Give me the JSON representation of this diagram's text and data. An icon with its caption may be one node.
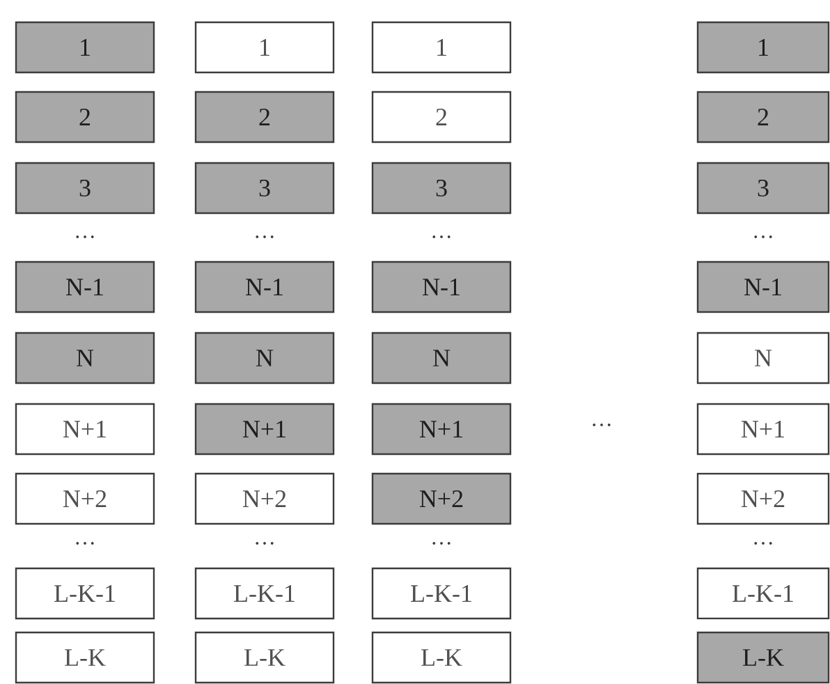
{
  "diagram": {
    "nodes": [
      {
        "text": [
          "1"
        ]
      },
      {
        "text": [
          "1"
        ]
      },
      {
        "text": [
          "1"
        ]
      },
      {
        "text": [
          "1"
        ]
      },
      {
        "text": [
          "2"
        ]
      },
      {
        "text": [
          "2"
        ]
      },
      {
        "text": [
          "2"
        ]
      },
      {
        "text": [
          "2"
        ]
      },
      {
        "text": [
          "3"
        ]
      },
      {
        "text": [
          "3"
        ]
      },
      {
        "text": [
          "3"
        ]
      },
      {
        "text": [
          "3"
        ]
      },
      {
        "text": [
          "N-1"
        ]
      },
      {
        "text": [
          "N-1"
        ]
      },
      {
        "text": [
          "N-1"
        ]
      },
      {
        "text": [
          "N-1"
        ]
      },
      {
        "text": [
          "N"
        ]
      },
      {
        "text": [
          "N"
        ]
      },
      {
        "text": [
          "N"
        ]
      },
      {
        "text": [
          "N"
        ]
      },
      {
        "text": [
          "N+1"
        ]
      },
      {
        "text": [
          "N+1"
        ]
      },
      {
        "text": [
          "N+1"
        ]
      },
      {
        "text": [
          "N+1"
        ]
      },
      {
        "text": [
          "N+2"
        ]
      },
      {
        "text": [
          "N+2"
        ]
      },
      {
        "text": [
          "N+2"
        ]
      },
      {
        "text": [
          "N+2"
        ]
      },
      {
        "text": [
          "L-K-1"
        ]
      },
      {
        "text": [
          "L-K-1"
        ]
      },
      {
        "text": [
          "L-K-1"
        ]
      },
      {
        "text": [
          "L-K-1"
        ]
      },
      {
        "text": [
          "L-K"
        ]
      },
      {
        "text": [
          "L-K"
        ]
      },
      {
        "text": [
          "L-K"
        ]
      },
      {
        "text": [
          "L-K"
        ]
      }
    ],
    "labels": [
      "…",
      "…",
      "…",
      "…",
      "…",
      "…",
      "…",
      "…",
      "…"
    ]
  }
}
